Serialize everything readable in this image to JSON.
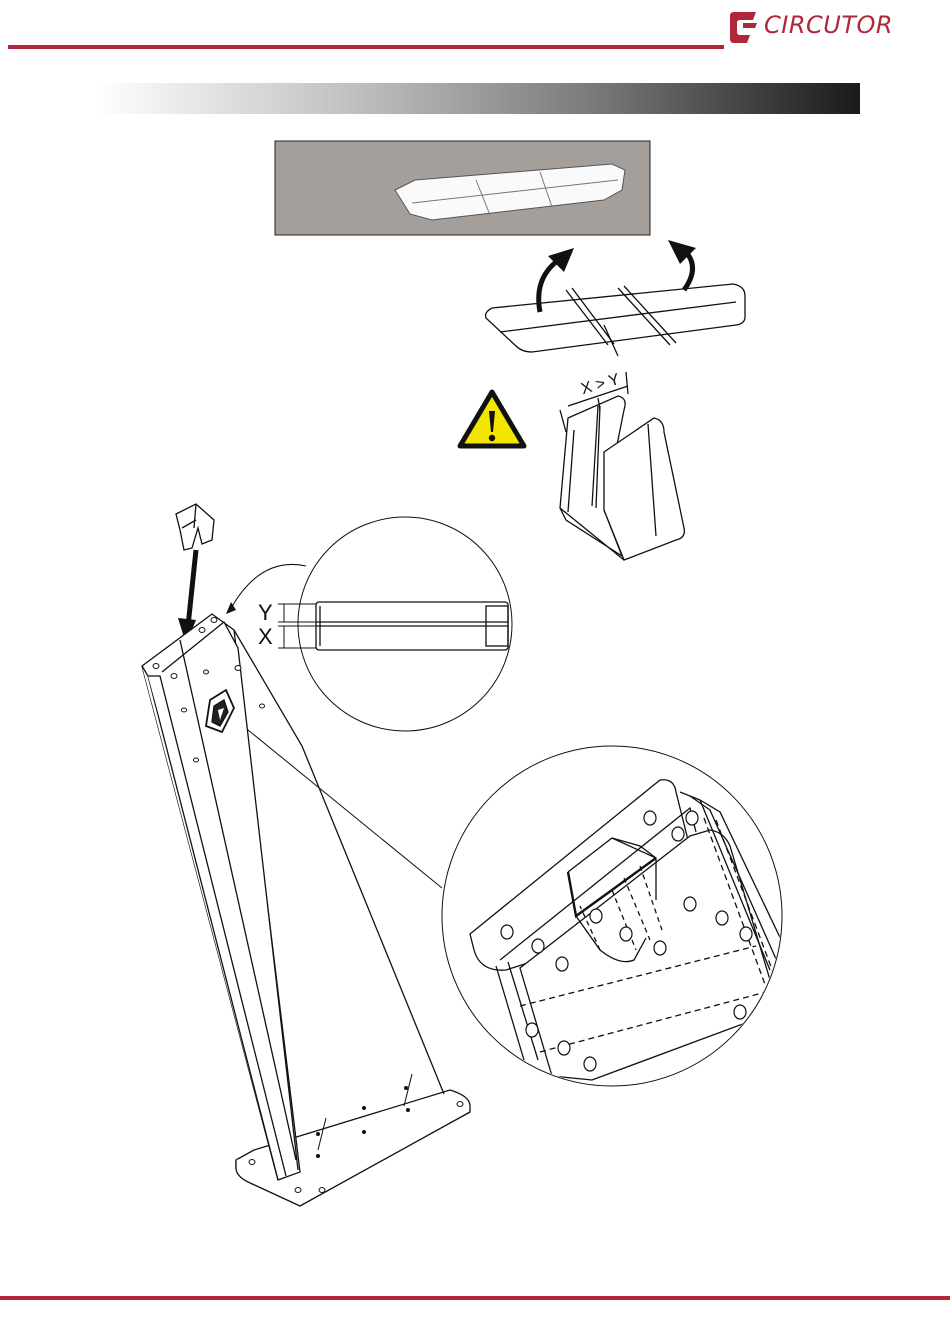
{
  "brand": {
    "name": "CIRCUTOR",
    "color": "#b0273a"
  },
  "colors": {
    "rule": "#b0273a",
    "caution_yellow": "#f2e500",
    "photo_background": "#a49f9b"
  },
  "icons": {
    "warning": "warning-triangle-icon",
    "logo": "circutor-logo-icon"
  },
  "dimension_labels": {
    "detail_y": "Y",
    "detail_x": "X",
    "clip_inequality": "X > Y"
  }
}
